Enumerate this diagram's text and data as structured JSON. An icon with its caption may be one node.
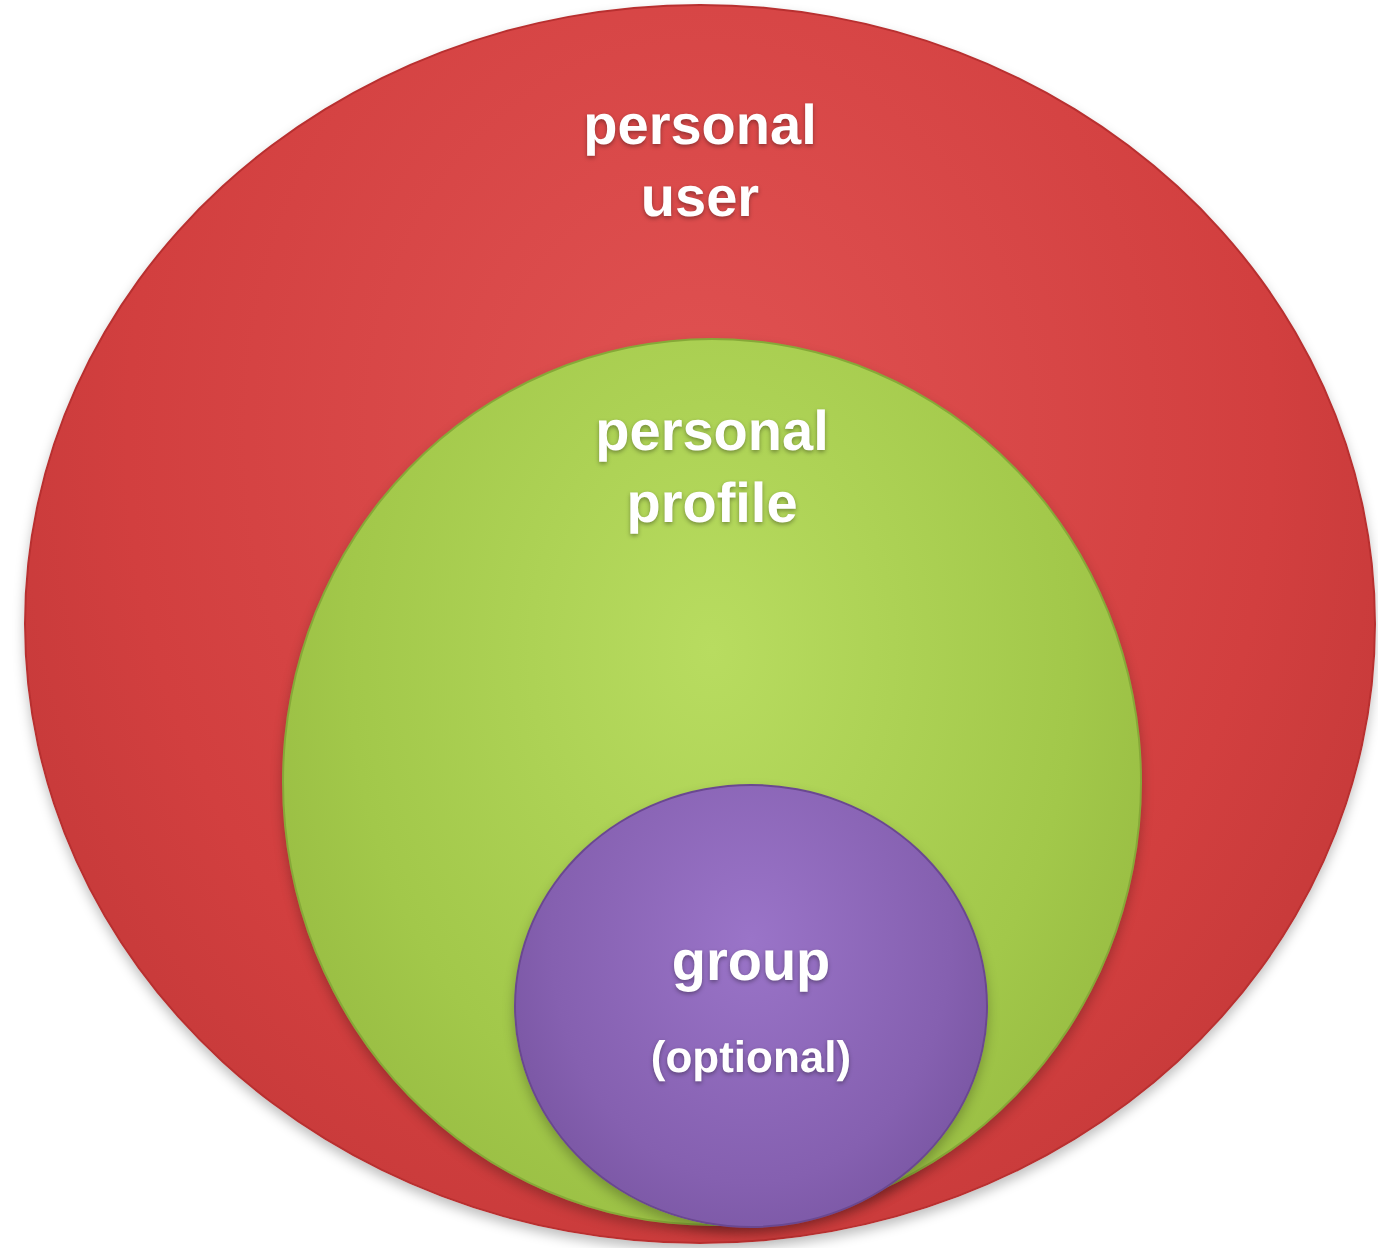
{
  "diagram": {
    "nodes": [
      {
        "text": [
          "personal user"
        ]
      },
      {
        "text": [
          "personal profile"
        ],
        "in": 0
      },
      {
        "text": [
          "group",
          "(optional)"
        ],
        "in": 1
      }
    ]
  }
}
